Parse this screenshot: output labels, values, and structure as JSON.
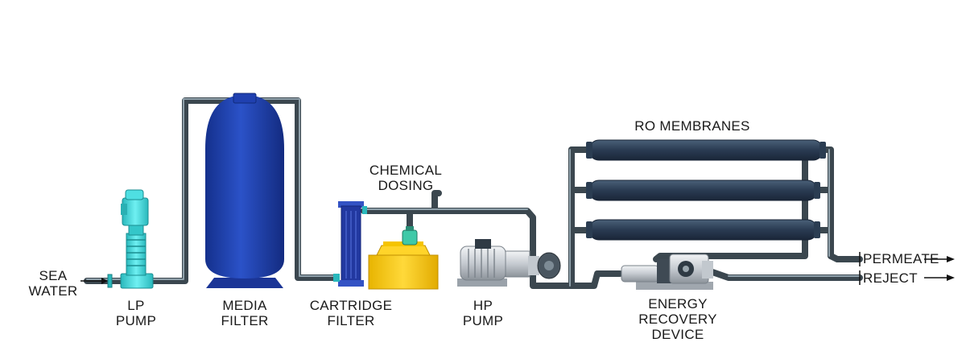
{
  "labels": {
    "sea_water": [
      "SEA",
      "WATER"
    ],
    "lp_pump": [
      "LP",
      "PUMP"
    ],
    "media_filter": [
      "MEDIA",
      "FILTER"
    ],
    "cartridge_filter": [
      "CARTRIDGE",
      "FILTER"
    ],
    "chemical_dosing": [
      "CHEMICAL",
      "DOSING"
    ],
    "hp_pump": [
      "HP",
      "PUMP"
    ],
    "ro_membranes": "RO MEMBRANES",
    "energy_recovery_device": [
      "ENERGY",
      "RECOVERY",
      "DEVICE"
    ],
    "permeate": "PERMEATE",
    "reject": "REJECT"
  },
  "colors": {
    "pipe": "#4c5a63",
    "media_filter": "#1f3fa8",
    "lp_pump": "#3fd6d9",
    "cartridge_filter": "#2238a0",
    "dosing_tank": "#f2c21a",
    "hp_pump_motor": "#d9dde2",
    "membrane": "#2c3e55",
    "erd": "#c9cdd2"
  }
}
